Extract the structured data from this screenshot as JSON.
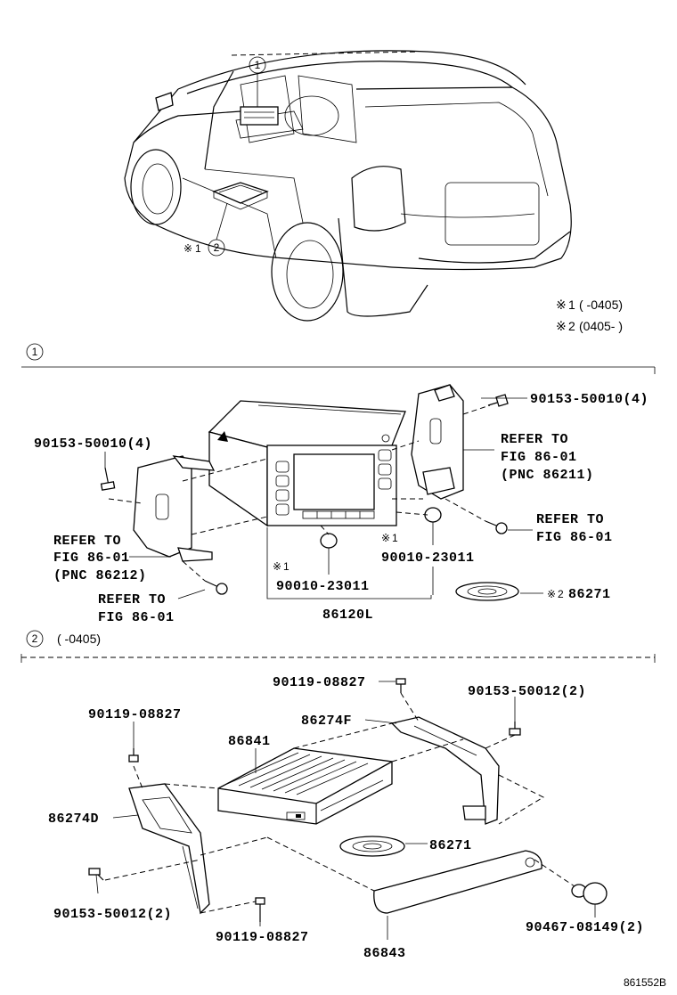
{
  "diagram_id": "861552B",
  "legend": {
    "mark": "※",
    "note1_num": "1",
    "note1_range": "(    -0405)",
    "note2_num": "2",
    "note2_range": "(0405-    )"
  },
  "overview_callouts": [
    "1",
    "2"
  ],
  "section1": {
    "number": "1",
    "parts": {
      "screw_left": "90153-50010(4)",
      "screw_right": "90153-50010(4)",
      "bracket_left_ref_line1": "REFER TO",
      "bracket_left_ref_line2": "FIG 86-01",
      "bracket_left_ref_line3": "(PNC 86212)",
      "bracket_right_ref_line1": "REFER TO",
      "bracket_right_ref_line2": "FIG 86-01",
      "bracket_right_ref_line3": "(PNC 86211)",
      "bolt_left_ref_line1": "REFER TO",
      "bolt_left_ref_line2": "FIG 86-01",
      "bolt_right_ref_line1": "REFER TO",
      "bolt_right_ref_line2": "FIG 86-01",
      "knob_left_note": "1",
      "knob_left": "90010-23011",
      "knob_right_note": "1",
      "knob_right": "90010-23011",
      "main_unit": "86120L",
      "disc_note": "2",
      "disc": "86271"
    }
  },
  "section2": {
    "number": "2",
    "range": "(    -0405)",
    "parts": {
      "screw_top": "90119-08827",
      "screw_top_left": "90119-08827",
      "screw_right": "90153-50012(2)",
      "bracket_right": "86274F",
      "unit": "86841",
      "bracket_left": "86274D",
      "disc": "86271",
      "screw_bottom_left": "90153-50012(2)",
      "screw_bottom_mid": "90119-08827",
      "clip": "90467-08149(2)",
      "cover": "86843"
    }
  }
}
